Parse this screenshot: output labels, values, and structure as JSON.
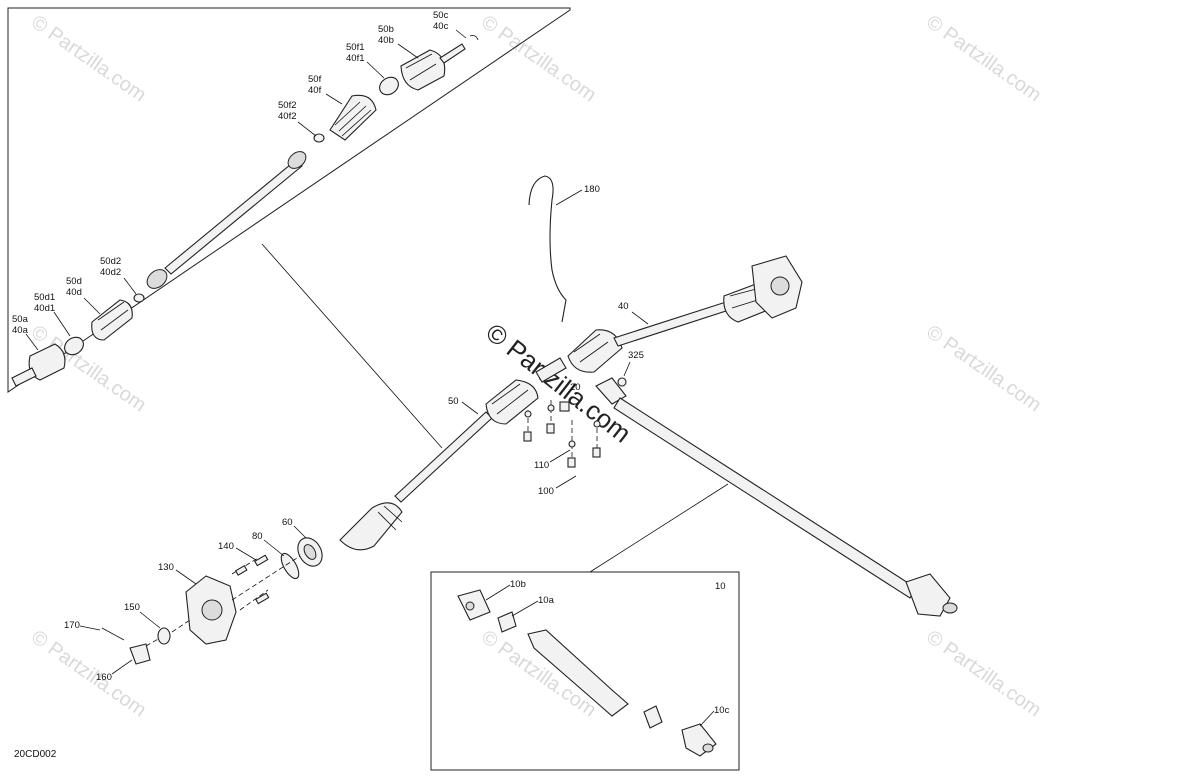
{
  "diagram": {
    "drawing_code": "20CD002",
    "watermark": "© Partzilla.com",
    "callouts": [
      {
        "id": "c_50c",
        "lines": [
          "50c",
          "40c"
        ]
      },
      {
        "id": "c_50b",
        "lines": [
          "50b",
          "40b"
        ]
      },
      {
        "id": "c_50f1",
        "lines": [
          "50f1",
          "40f1"
        ]
      },
      {
        "id": "c_50f",
        "lines": [
          "50f",
          "40f"
        ]
      },
      {
        "id": "c_50f2",
        "lines": [
          "50f2",
          "40f2"
        ]
      },
      {
        "id": "c_50d2",
        "lines": [
          "50d2",
          "40d2"
        ]
      },
      {
        "id": "c_50d",
        "lines": [
          "50d",
          "40d"
        ]
      },
      {
        "id": "c_50d1",
        "lines": [
          "50d1",
          "40d1"
        ]
      },
      {
        "id": "c_50a",
        "lines": [
          "50a",
          "40a"
        ]
      },
      {
        "id": "c_180",
        "lines": [
          "180"
        ]
      },
      {
        "id": "c_40",
        "lines": [
          "40"
        ]
      },
      {
        "id": "c_325",
        "lines": [
          "325"
        ]
      },
      {
        "id": "c_50",
        "lines": [
          "50"
        ]
      },
      {
        "id": "c_20",
        "lines": [
          "20"
        ]
      },
      {
        "id": "c_110",
        "lines": [
          "110"
        ]
      },
      {
        "id": "c_100",
        "lines": [
          "100"
        ]
      },
      {
        "id": "c_140",
        "lines": [
          "140"
        ]
      },
      {
        "id": "c_80",
        "lines": [
          "80"
        ]
      },
      {
        "id": "c_60",
        "lines": [
          "60"
        ]
      },
      {
        "id": "c_130",
        "lines": [
          "130"
        ]
      },
      {
        "id": "c_150",
        "lines": [
          "150"
        ]
      },
      {
        "id": "c_170",
        "lines": [
          "170"
        ]
      },
      {
        "id": "c_160",
        "lines": [
          "160"
        ]
      },
      {
        "id": "c_10",
        "lines": [
          "10"
        ]
      },
      {
        "id": "c_10b",
        "lines": [
          "10b"
        ]
      },
      {
        "id": "c_10a",
        "lines": [
          "10a"
        ]
      },
      {
        "id": "c_10c",
        "lines": [
          "10c"
        ]
      }
    ]
  }
}
